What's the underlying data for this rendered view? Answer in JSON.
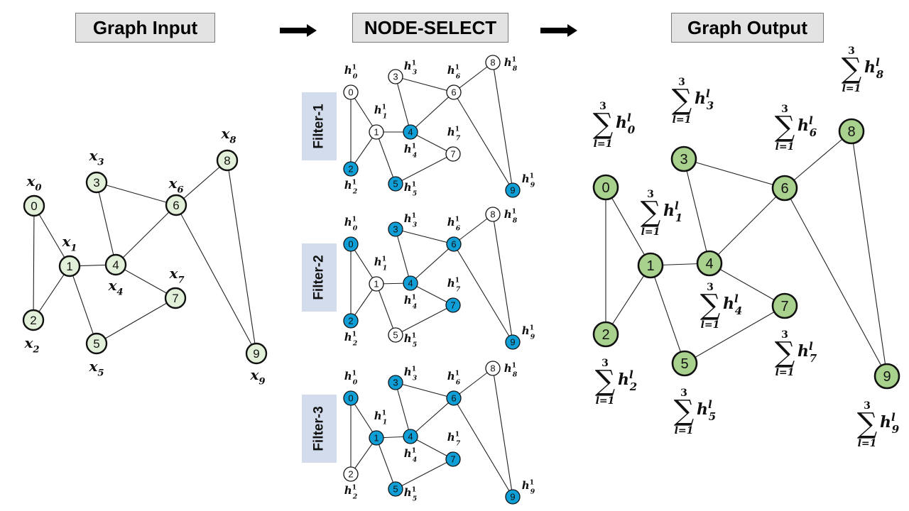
{
  "titles": {
    "input": "Graph Input",
    "select": "NODE-SELECT",
    "output": "Graph Output"
  },
  "filters": [
    "Filter-1",
    "Filter-2",
    "Filter-3"
  ],
  "colors": {
    "input_node_fill": "#e2efd9",
    "output_node_fill": "#a9d18e",
    "selected_fill": "#0f9ed5",
    "unselected_fill": "#ffffff",
    "title_bg": "#e3e3e3",
    "filter_bg": "#d3dcec"
  },
  "graph": {
    "node_ids": [
      "0",
      "1",
      "2",
      "3",
      "4",
      "5",
      "6",
      "7",
      "8",
      "9"
    ],
    "edges": [
      [
        0,
        1
      ],
      [
        0,
        2
      ],
      [
        1,
        2
      ],
      [
        1,
        4
      ],
      [
        1,
        5
      ],
      [
        3,
        4
      ],
      [
        3,
        6
      ],
      [
        4,
        6
      ],
      [
        4,
        7
      ],
      [
        5,
        7
      ],
      [
        6,
        8
      ],
      [
        6,
        9
      ],
      [
        8,
        9
      ]
    ]
  },
  "input_labels": {
    "prefix": "x",
    "subscripts": [
      "0",
      "1",
      "2",
      "3",
      "4",
      "5",
      "6",
      "7",
      "8",
      "9"
    ]
  },
  "select_labels": {
    "prefix": "h",
    "superscript": "1",
    "subscripts": [
      "0",
      "1",
      "2",
      "3",
      "4",
      "5",
      "6",
      "7",
      "8",
      "9"
    ]
  },
  "filter_selection": [
    [
      false,
      false,
      true,
      false,
      true,
      true,
      false,
      false,
      false,
      true
    ],
    [
      true,
      false,
      true,
      true,
      true,
      false,
      true,
      true,
      false,
      true
    ],
    [
      true,
      true,
      false,
      true,
      true,
      true,
      true,
      true,
      false,
      true
    ]
  ],
  "output_labels": {
    "sum_symbol": "∑",
    "upper": "3",
    "lower": "l=1",
    "term": "h",
    "superscript": "l",
    "subscripts": [
      "0",
      "1",
      "2",
      "3",
      "4",
      "5",
      "6",
      "7",
      "8",
      "9"
    ]
  }
}
